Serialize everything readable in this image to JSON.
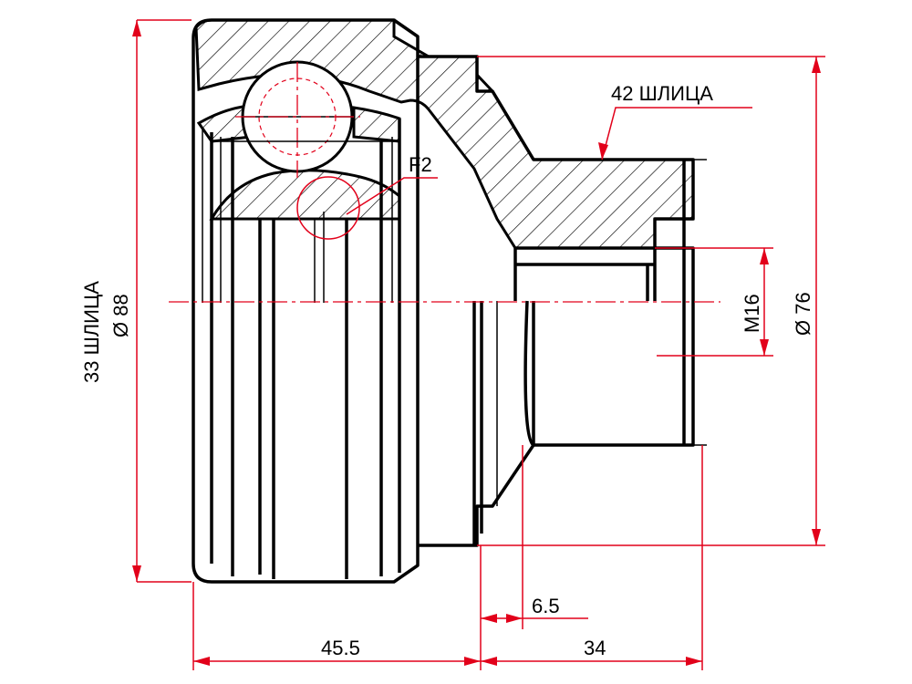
{
  "drawing": {
    "labels": {
      "spline_outer": "42 ШЛИЦА",
      "ball_callout": "F2",
      "spline_inner": "33 ШЛИЦА",
      "dia_outer": "Ø 88",
      "thread": "M16",
      "dia_seal": "Ø 76",
      "len_stem_step": "6.5",
      "len_body": "45.5",
      "len_stem": "34"
    },
    "colors": {
      "dimension_lines": "#e2001a",
      "outline": "#000000",
      "hatching": "#000000"
    }
  }
}
